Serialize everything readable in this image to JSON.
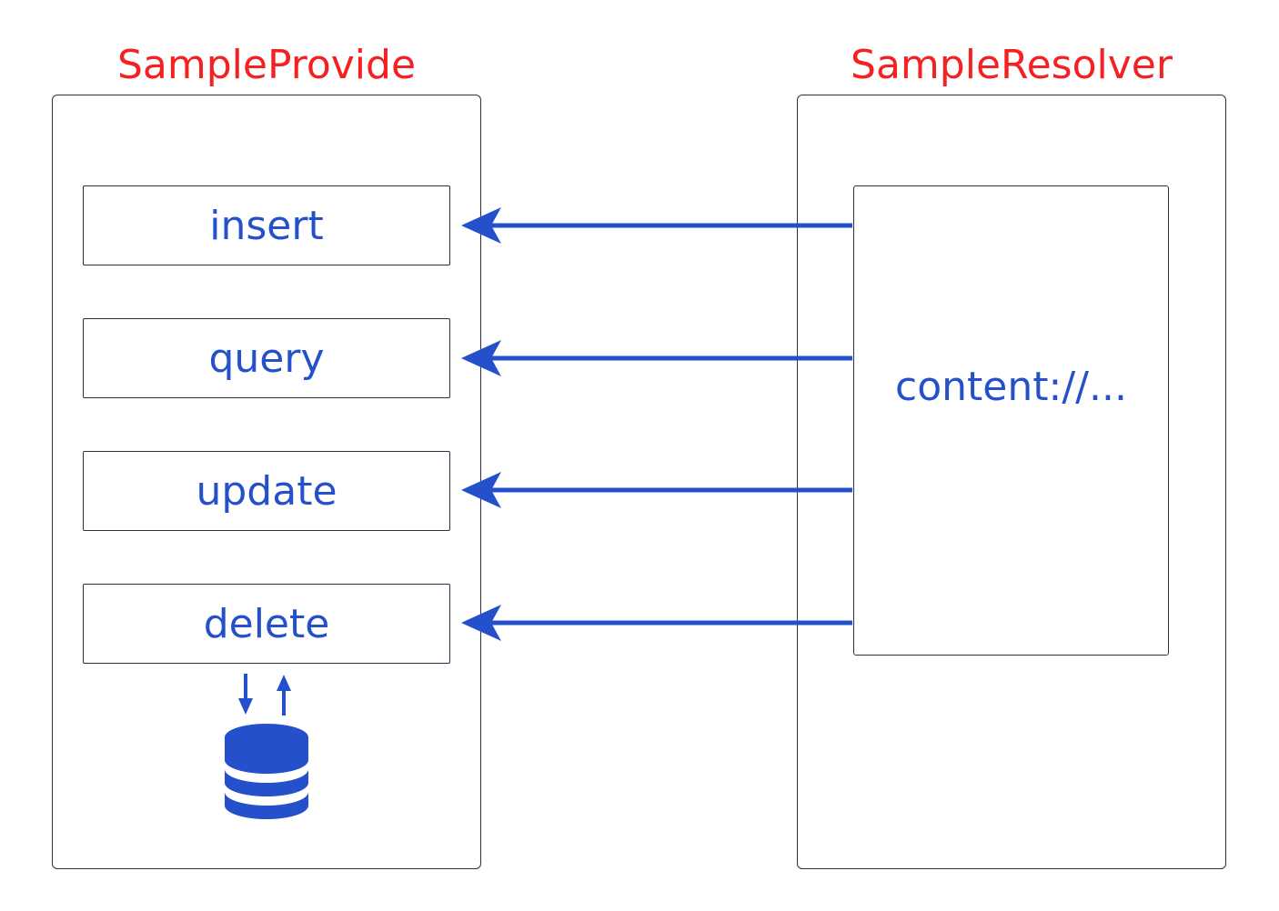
{
  "provider": {
    "title": "SampleProvide",
    "methods": [
      "insert",
      "query",
      "update",
      "delete"
    ]
  },
  "resolver": {
    "title": "SampleResolver",
    "uri": "content://..."
  },
  "icons": {
    "database": "database-icon",
    "data_flow": "up-down-arrows-icon"
  },
  "colors": {
    "title": "#f52022",
    "accent": "#2450cc",
    "border": "#2a2f45"
  }
}
